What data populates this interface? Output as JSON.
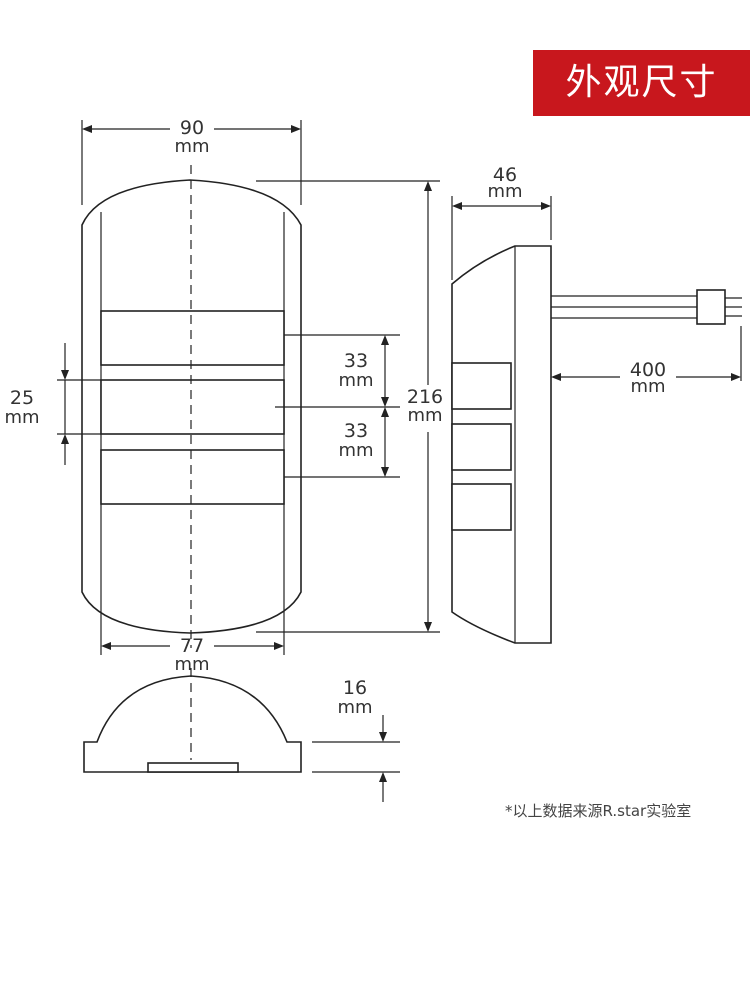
{
  "title": "外观尺寸",
  "footnote": "*以上数据来源R.star实验室",
  "dimensions": {
    "top_width": {
      "value": "90",
      "unit": "mm"
    },
    "lens_width": {
      "value": "77",
      "unit": "mm"
    },
    "lens_height": {
      "value": "25",
      "unit": "mm"
    },
    "lens_pitch_1": {
      "value": "33",
      "unit": "mm"
    },
    "lens_pitch_2": {
      "value": "33",
      "unit": "mm"
    },
    "total_height": {
      "value": "216",
      "unit": "mm"
    },
    "depth": {
      "value": "46",
      "unit": "mm"
    },
    "cable_length": {
      "value": "400",
      "unit": "mm"
    },
    "base_height": {
      "value": "16",
      "unit": "mm"
    }
  },
  "colors": {
    "banner": "#c8171d",
    "line": "#222222",
    "text": "#333333"
  }
}
